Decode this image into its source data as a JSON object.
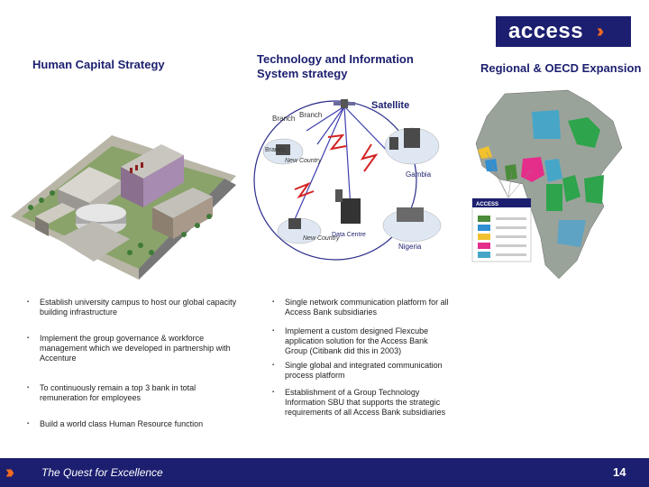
{
  "brand": {
    "logo_text": "access",
    "accent": "#f26a21",
    "navy": "#1c1f6f"
  },
  "headers": {
    "human_capital": "Human Capital Strategy",
    "technology": "Technology and Information System strategy",
    "regional": "Regional & OECD Expansion"
  },
  "network": {
    "satellite": "Satellite",
    "branch_1": "Branch",
    "branch_2": "Branch",
    "branch_3": "Branch",
    "new_country_1": "New Country",
    "new_country_2": "New Country",
    "gambia": "Gambia",
    "data_centre": "Data Centre",
    "nigeria": "Nigeria"
  },
  "map": {
    "panel_title": "ACCESS",
    "colors": {
      "land": "#9aa39a",
      "nigeria": "#e52d8a",
      "ghana": "#4b8c3a",
      "sierra_leone": "#2f8fd1",
      "gambia": "#f2c12e",
      "east": "#2ea44c",
      "central": "#47a6c8",
      "south": "#5fa3c4"
    }
  },
  "left_bullets": [
    "Establish university campus to host our global capacity building infrastructure",
    "Implement the group governance & workforce management which we developed in partnership with Accenture",
    "To continuously remain a top 3 bank in total remuneration for employees",
    "Build a world class Human Resource function"
  ],
  "right_bullets": [
    "Single network communication platform for all Access Bank subsidiaries",
    "Implement a custom designed Flexcube application solution for the Access Bank Group (Citibank did this in 2003)",
    "Single global and integrated communication process platform",
    "Establishment of a Group Technology Information SBU that supports the strategic requirements of all Access Bank subsidiaries"
  ],
  "bullet_glyph": "▪",
  "footer": {
    "tagline": "The Quest for Excellence",
    "page": "14"
  }
}
